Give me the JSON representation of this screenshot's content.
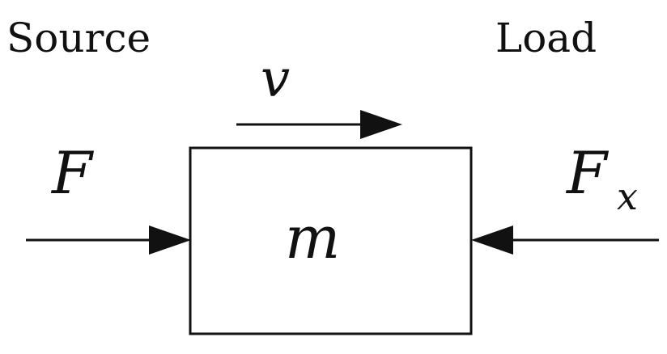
{
  "labels": {
    "source": "Source",
    "load": "Load"
  },
  "symbols": {
    "velocity": "v",
    "force": "F",
    "load_force": "F",
    "load_force_subscript": "x",
    "mass": "m"
  },
  "colors": {
    "stroke": "#111111",
    "background": "#ffffff"
  }
}
